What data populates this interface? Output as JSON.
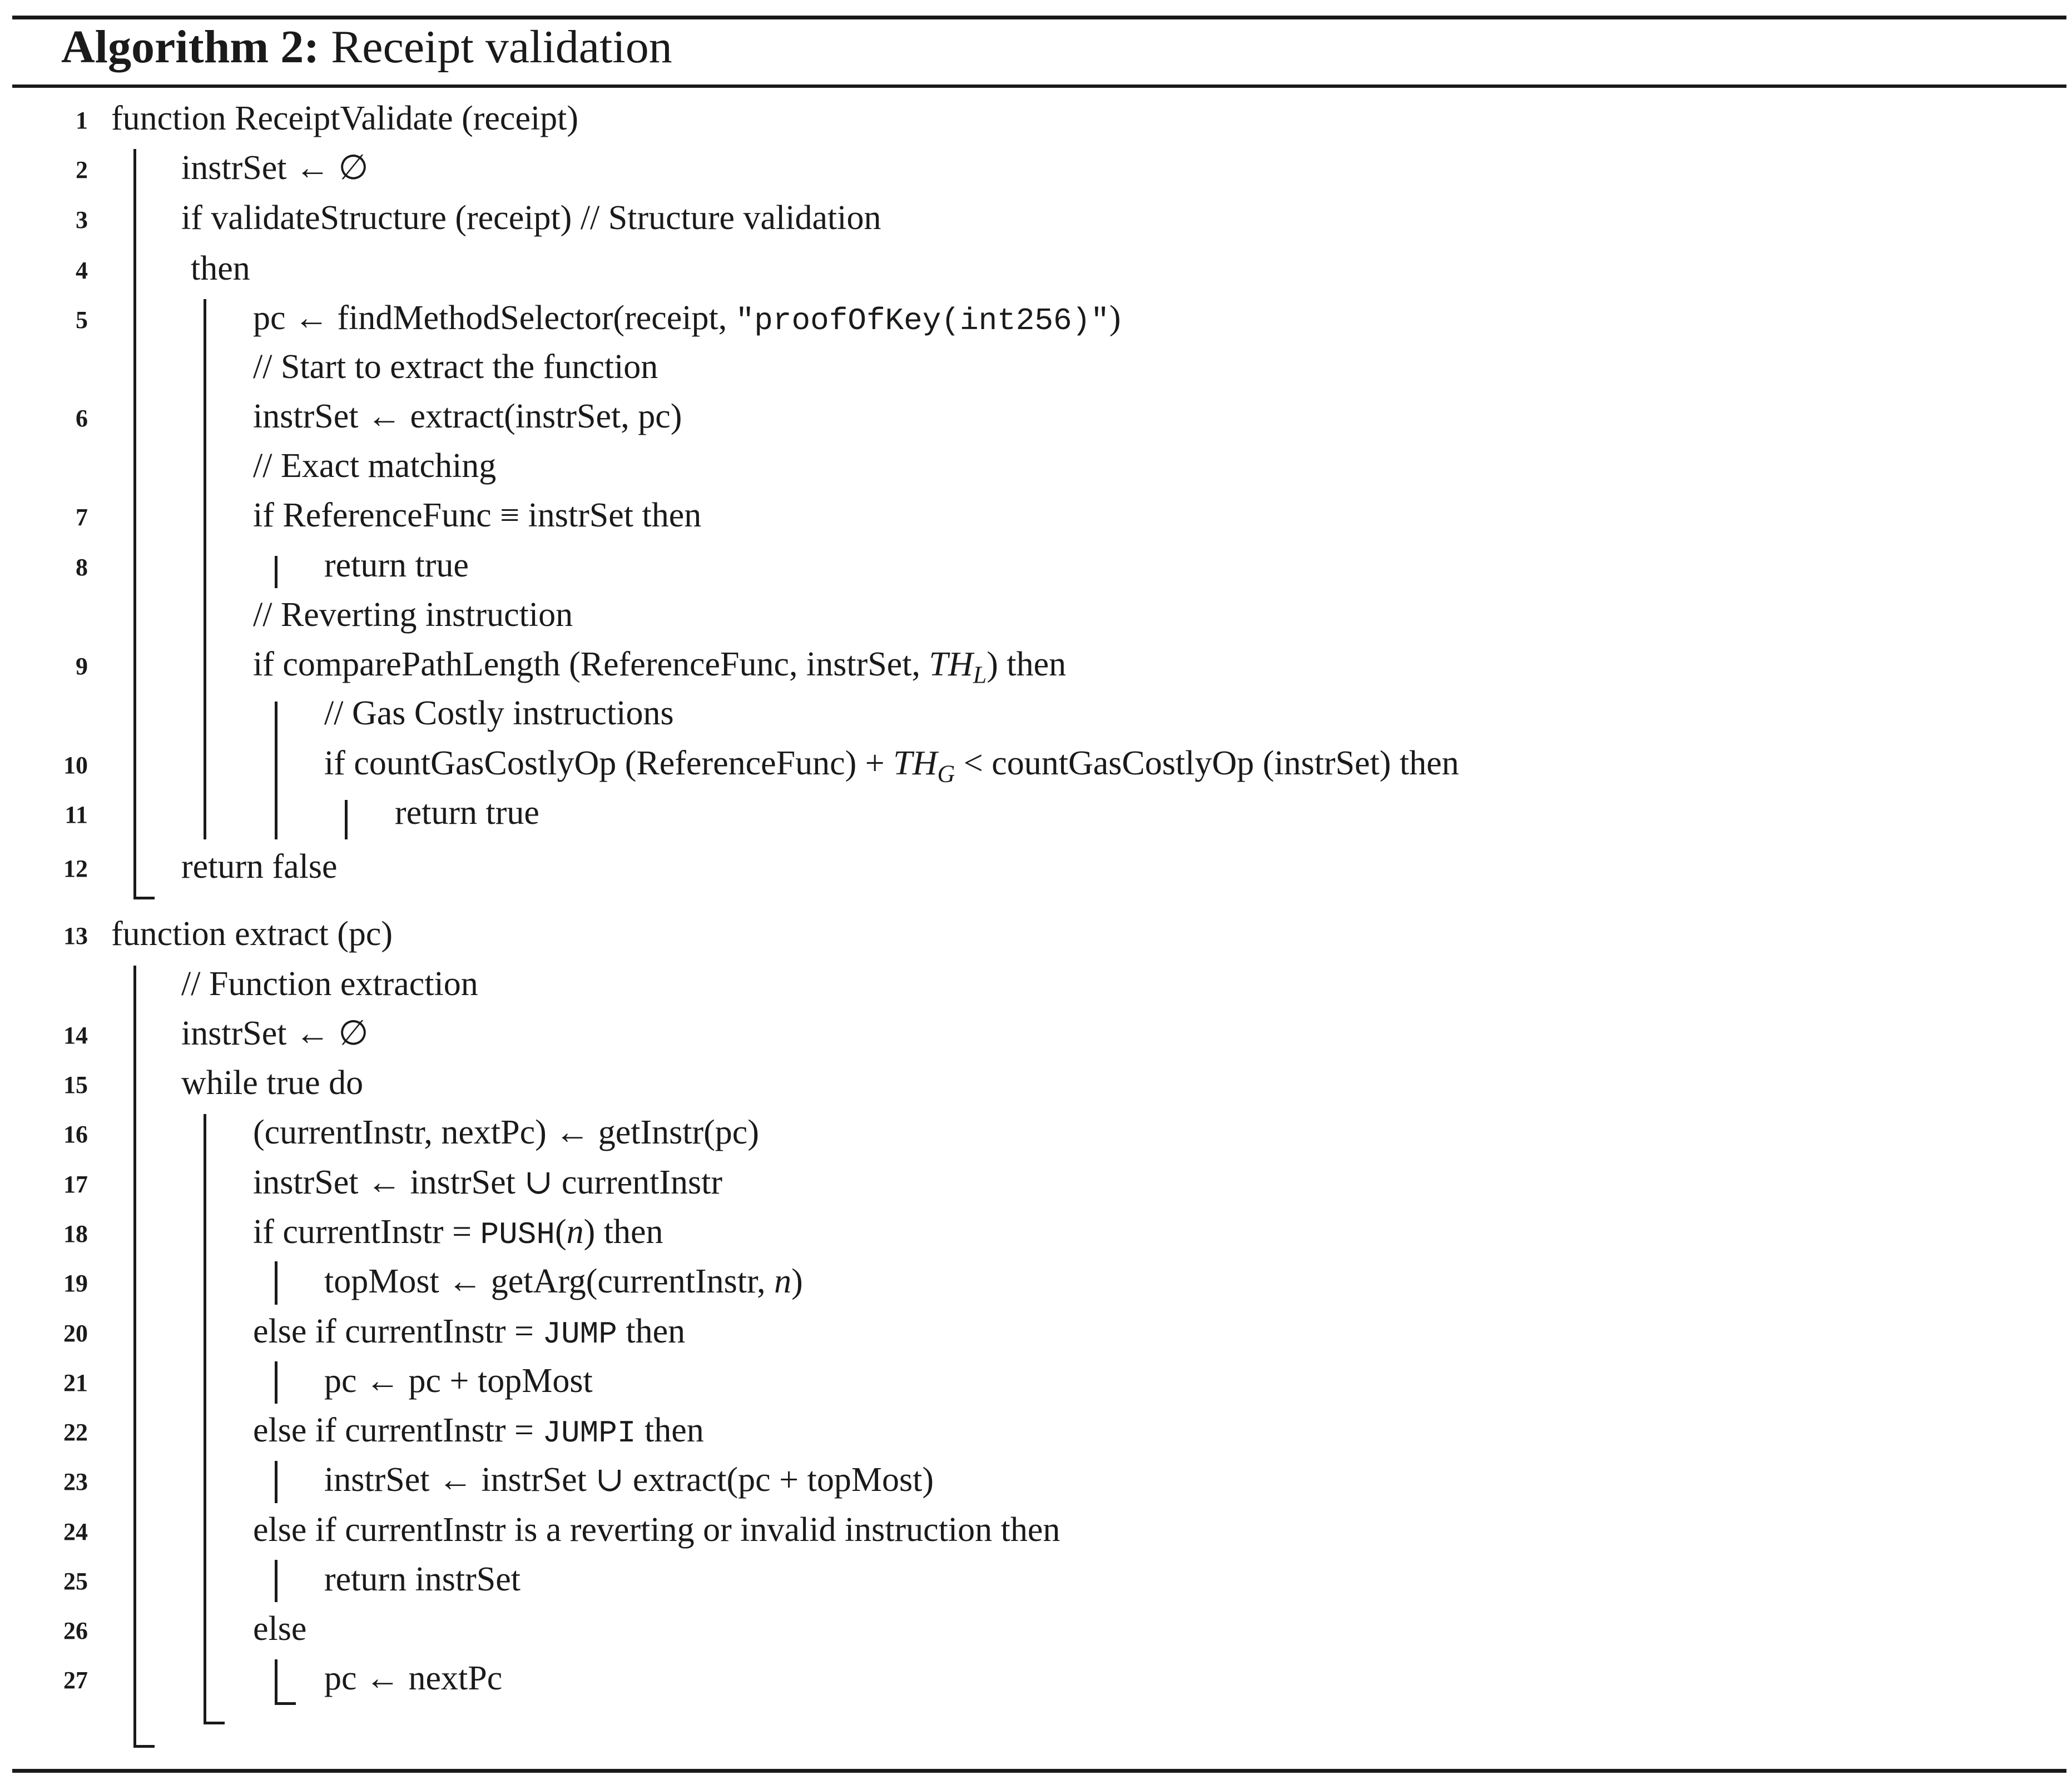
{
  "title": {
    "label": "Algorithm 2:",
    "name": "Receipt validation"
  },
  "lines": [
    {
      "num": "1",
      "text": "function ReceiptValidate (receipt)"
    },
    {
      "num": "2",
      "text": "instrSet ← ∅"
    },
    {
      "num": "3",
      "text": "if validateStructure (receipt) // Structure validation"
    },
    {
      "num": "4",
      "text": "then"
    },
    {
      "num": "5",
      "pre": "pc ← findMethodSelector(receipt, ",
      "mono": "\"proofOfKey(int256)\"",
      "post": ")"
    },
    {
      "num": "",
      "text": "// Start to extract the function"
    },
    {
      "num": "6",
      "text": "instrSet ← extract(instrSet, pc)"
    },
    {
      "num": "",
      "text": "// Exact matching"
    },
    {
      "num": "7",
      "text": "if ReferenceFunc ≡ instrSet then"
    },
    {
      "num": "8",
      "text": "return true"
    },
    {
      "num": "",
      "text": "// Reverting instruction"
    },
    {
      "num": "9",
      "pre": "if  comparePathLength (ReferenceFunc, instrSet, ",
      "math": "TH",
      "sub": "L",
      "post": ") then"
    },
    {
      "num": "",
      "text": "// Gas Costly instructions"
    },
    {
      "num": "10",
      "pre": "if countGasCostlyOp (ReferenceFunc) + ",
      "math": "TH",
      "sub": "G",
      "post": " < countGasCostlyOp (instrSet) then"
    },
    {
      "num": "11",
      "text": "return true"
    },
    {
      "num": "12",
      "text": "return false"
    },
    {
      "num": "13",
      "text": "function extract (pc)"
    },
    {
      "num": "",
      "text": "// Function extraction"
    },
    {
      "num": "14",
      "text": "instrSet ← ∅"
    },
    {
      "num": "15",
      "text": "while true do"
    },
    {
      "num": "16",
      "text": "(currentInstr, nextPc) ← getInstr(pc)"
    },
    {
      "num": "17",
      "text": "instrSet ← instrSet ∪ currentInstr"
    },
    {
      "num": "18",
      "pre": "if currentInstr = ",
      "mono": "PUSH",
      "pre2": "(",
      "math": "n",
      "post": ") then"
    },
    {
      "num": "19",
      "pre": "topMost ← getArg(currentInstr, ",
      "math": "n",
      "post": ")"
    },
    {
      "num": "20",
      "pre": "else if currentInstr = ",
      "mono": "JUMP",
      "post": " then"
    },
    {
      "num": "21",
      "text": "pc ← pc + topMost"
    },
    {
      "num": "22",
      "pre": "else if currentInstr = ",
      "mono": "JUMPI",
      "post": " then"
    },
    {
      "num": "23",
      "text": "instrSet ← instrSet ∪ extract(pc + topMost)"
    },
    {
      "num": "24",
      "text": "else if currentInstr is a reverting or invalid instruction then"
    },
    {
      "num": "25",
      "text": "return instrSet"
    },
    {
      "num": "26",
      "text": "else"
    },
    {
      "num": "27",
      "text": "pc ← nextPc"
    }
  ]
}
